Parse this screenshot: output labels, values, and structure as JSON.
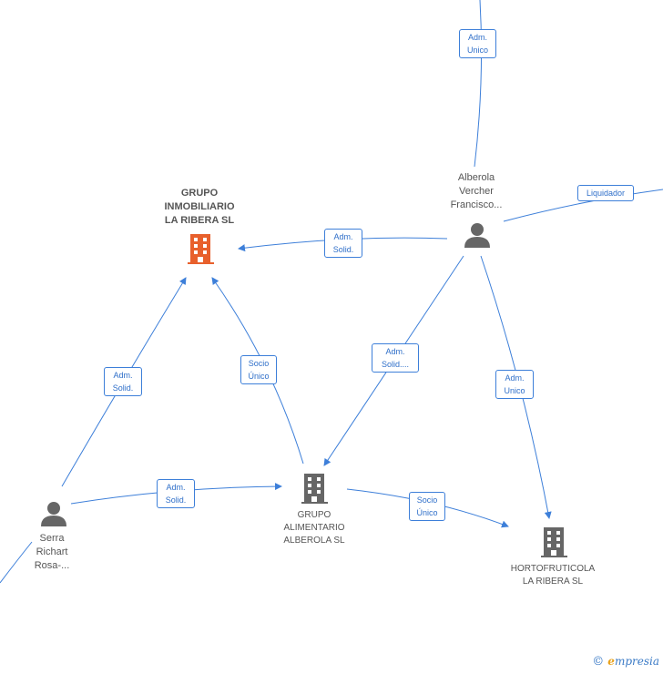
{
  "nodes": {
    "grupo_inmobiliario": {
      "label": "GRUPO\nINMOBILIARIO\nLA RIBERA  SL",
      "color": "#e8602c"
    },
    "alberola": {
      "label": "Alberola\nVercher\nFrancisco..."
    },
    "serra": {
      "label": "Serra\nRichart\nRosa-..."
    },
    "grupo_alimentario": {
      "label": "GRUPO\nALIMENTARIO\nALBEROLA SL"
    },
    "hortofruticola": {
      "label": "HORTOFRUTICOLA\nLA RIBERA SL"
    }
  },
  "edges": {
    "top_adm_unico": "Adm.\nUnico",
    "liquidador": "Liquidador",
    "alberola_inmobiliario": "Adm.\nSolid.",
    "alberola_alimentario": "Adm.\nSolid....",
    "alberola_horto": "Adm.\nUnico",
    "serra_inmobiliario": "Adm.\nSolid.",
    "alimentario_inmobiliario": "Socio\nÚnico",
    "serra_alimentario": "Adm.\nSolid.",
    "alimentario_horto": "Socio\nÚnico"
  },
  "colors": {
    "edge": "#3d7fd9",
    "person": "#666666",
    "company": "#666666",
    "highlight": "#e8602c"
  },
  "footer": {
    "copyright": "©",
    "brand_first": "e",
    "brand_rest": "mpresia"
  }
}
